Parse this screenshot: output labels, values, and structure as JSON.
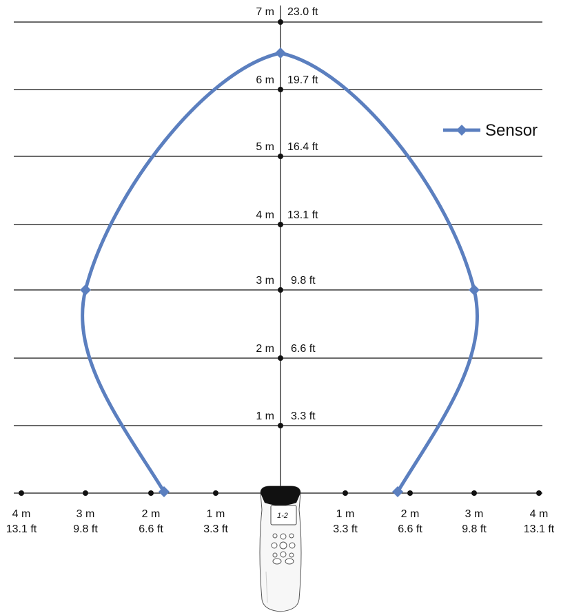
{
  "legend": {
    "label": "Sensor",
    "color": "#5b7fbf"
  },
  "sensor_device": {
    "display_text": "1-2"
  },
  "vertical_scale": [
    {
      "m": "1 m",
      "ft": "3.3 ft"
    },
    {
      "m": "2 m",
      "ft": "6.6 ft"
    },
    {
      "m": "3 m",
      "ft": "9.8 ft"
    },
    {
      "m": "4 m",
      "ft": "13.1 ft"
    },
    {
      "m": "5 m",
      "ft": "16.4 ft"
    },
    {
      "m": "6 m",
      "ft": "19.7 ft"
    },
    {
      "m": "7 m",
      "ft": "23.0 ft"
    }
  ],
  "horizontal_scale": [
    {
      "m": "4 m",
      "ft": "13.1 ft",
      "value": -4
    },
    {
      "m": "3 m",
      "ft": "9.8 ft",
      "value": -3
    },
    {
      "m": "2 m",
      "ft": "6.6 ft",
      "value": -2
    },
    {
      "m": "1 m",
      "ft": "3.3 ft",
      "value": -1
    },
    {
      "m": "1 m",
      "ft": "3.3 ft",
      "value": 1
    },
    {
      "m": "2 m",
      "ft": "6.6 ft",
      "value": 2
    },
    {
      "m": "3 m",
      "ft": "9.8 ft",
      "value": 3
    },
    {
      "m": "4 m",
      "ft": "13.1 ft",
      "value": 4
    }
  ],
  "sensor_range": {
    "units": "m",
    "points": [
      {
        "x": -1.8,
        "y": 0
      },
      {
        "x": -3.0,
        "y": 3.0
      },
      {
        "x": 0,
        "y": 6.5
      },
      {
        "x": 3.0,
        "y": 3.0
      },
      {
        "x": 1.8,
        "y": 0
      }
    ]
  }
}
